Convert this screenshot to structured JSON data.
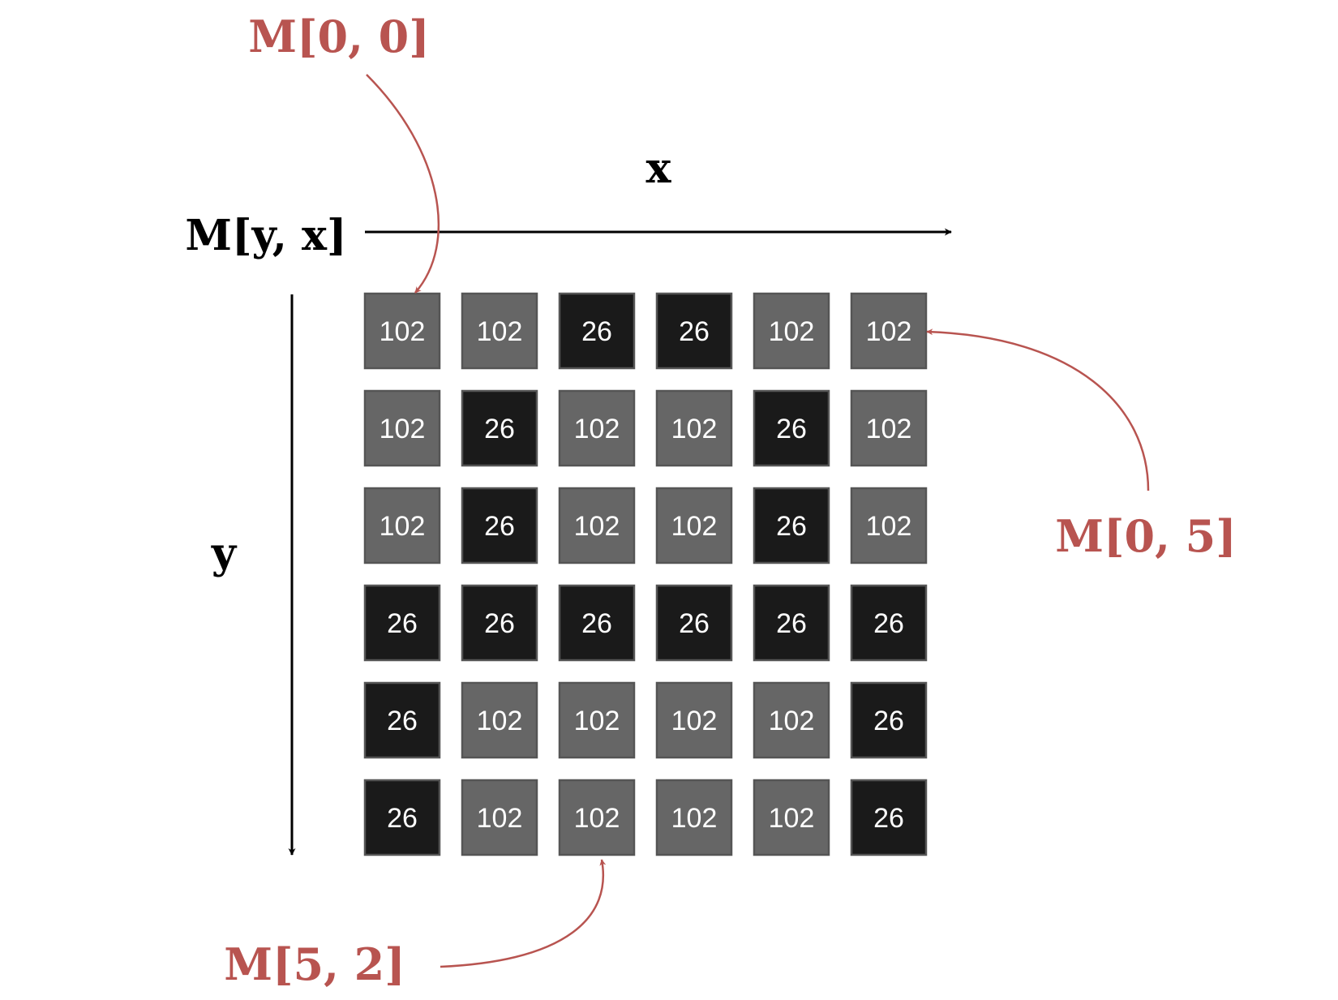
{
  "matrix_label": "M[y, x]",
  "x_axis_label": "x",
  "y_axis_label": "y",
  "colors": {
    "annotation": "#b85450",
    "axis": "#000000",
    "cell_light": "#666666",
    "cell_dark": "#1a1a1a",
    "cell_border": "#555555",
    "cell_text": "#ffffff"
  },
  "matrix": [
    [
      102,
      102,
      26,
      26,
      102,
      102
    ],
    [
      102,
      26,
      102,
      102,
      26,
      102
    ],
    [
      102,
      26,
      102,
      102,
      26,
      102
    ],
    [
      26,
      26,
      26,
      26,
      26,
      26
    ],
    [
      26,
      102,
      102,
      102,
      102,
      26
    ],
    [
      26,
      102,
      102,
      102,
      102,
      26
    ]
  ],
  "annotations": [
    {
      "label": "M[0, 0]",
      "row": 0,
      "col": 0
    },
    {
      "label": "M[0, 5]",
      "row": 0,
      "col": 5
    },
    {
      "label": "M[5, 2]",
      "row": 5,
      "col": 2
    }
  ]
}
